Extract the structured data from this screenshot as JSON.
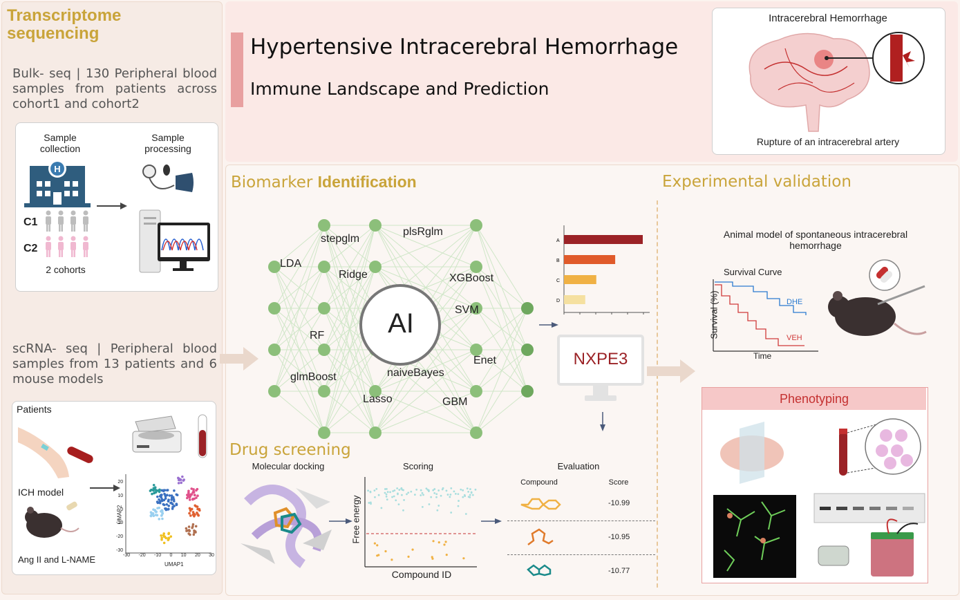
{
  "transcriptome": {
    "title_line1": "Transcriptome",
    "title_line2": "sequencing",
    "bulk_text": "Bulk- seq  | 130 Peripheral blood samples from patients across cohort1 and cohort2",
    "sample_collection": "Sample collection",
    "sample_processing": "Sample processing",
    "c1": "C1",
    "c2": "C2",
    "cohorts": "2 cohorts",
    "scrna_text": "scRNA- seq  |  Peripheral blood samples from 13 patients and 6 mouse models",
    "patients": "Patients",
    "ich_model": "ICH model",
    "ang_label": "Ang II and L-NAME",
    "umap_xlabel": "UMAP1",
    "umap_ylabel": "UMAP2",
    "umap_xticks": [
      "-30",
      "-20",
      "-10",
      "0",
      "10",
      "20",
      "30"
    ],
    "umap_yticks": [
      "20",
      "10",
      "0",
      "-10",
      "-20",
      "-30"
    ]
  },
  "header": {
    "title": "Hypertensive Intracerebral Hemorrhage",
    "subtitle": "Immune Landscape and Prediction",
    "ich_title": "Intracerebral Hemorrhage",
    "ich_caption": "Rupture of an intracerebral  artery"
  },
  "biomarker": {
    "title_a": "Biomarker ",
    "title_b": "Identification",
    "ai": "AI",
    "models": {
      "lda": "LDA",
      "stepglm": "stepglm",
      "plsrglm": "plsRglm",
      "ridge": "Ridge",
      "xgboost": "XGBoost",
      "rf": "RF",
      "svm": "SVM",
      "enet": "Enet",
      "glmboost": "glmBoost",
      "naivebayes": "naiveBayes",
      "lasso": "Lasso",
      "gbm": "GBM"
    },
    "bar_labels": [
      "A",
      "B",
      "C",
      "D"
    ],
    "bar_values": [
      1.0,
      0.65,
      0.41,
      0.27
    ],
    "bar_colors": [
      "#9b2226",
      "#e05a2a",
      "#f0b144",
      "#f5e0a0"
    ],
    "gene": "NXPE3"
  },
  "drug": {
    "title": "Drug screening",
    "docking": "Molecular docking",
    "scoring": "Scoring",
    "evaluation": "Evaluation",
    "y_label": "Free energy",
    "x_label": "Compound ID",
    "compound_header": "Compound",
    "score_header": "Score",
    "scores": [
      "-10.99",
      "-10.95",
      "-10.77"
    ]
  },
  "experimental": {
    "title": "Experimental validation",
    "animal_model": "Animal model of spontaneous intracerebral hemorrhage",
    "survival_title": "Survival Curve",
    "survival_y": "Survival (%)",
    "survival_x": "Time",
    "dhe": "DHE",
    "veh": "VEH",
    "phenotyping": "Phenotyping"
  },
  "colors": {
    "gold": "#c9a43a",
    "accent_red": "#e8a0a0",
    "node_green": "#8cbf7a",
    "gene_red": "#9b2226"
  }
}
